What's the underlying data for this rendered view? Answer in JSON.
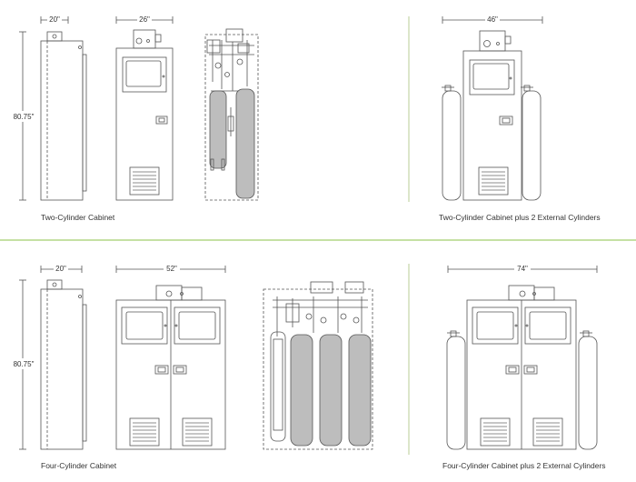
{
  "colors": {
    "line": "#555555",
    "divider_vertical": "#a9c27a",
    "divider_horizontal": "#8bc34a",
    "cylinder_fill": "#bdbdbd",
    "vent": "#666666"
  },
  "sections": {
    "two_cyl": {
      "side_width": "20\"",
      "front_width": "26\"",
      "height": "80.75\"",
      "caption": "Two-Cylinder Cabinet"
    },
    "two_cyl_ext": {
      "width": "46\"",
      "caption": "Two-Cylinder Cabinet plus 2 External Cylinders"
    },
    "four_cyl": {
      "side_width": "20\"",
      "front_width": "52\"",
      "height": "80.75\"",
      "caption": "Four-Cylinder Cabinet"
    },
    "four_cyl_ext": {
      "width": "74\"",
      "caption": "Four-Cylinder Cabinet plus 2 External Cylinders"
    }
  }
}
